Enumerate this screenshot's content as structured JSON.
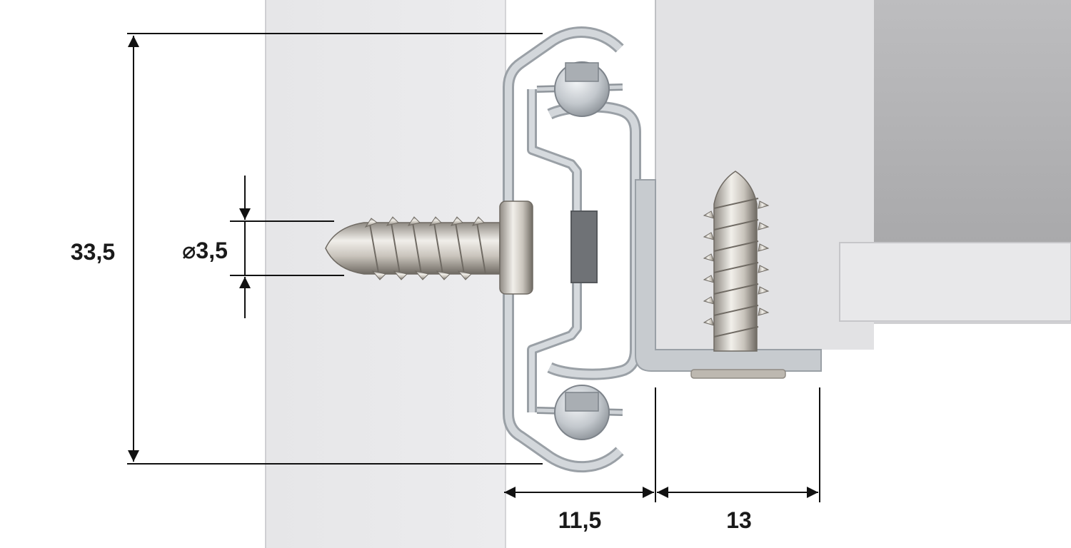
{
  "dimensions": {
    "height_label": "33,5",
    "diameter_label": "⌀3,5",
    "rail_width_label": "11,5",
    "bracket_width_label": "13"
  },
  "colors": {
    "cabinet_panel": "#e9e9eb",
    "drawer_side": "#e2e2e4",
    "drawer_inner": "#b3b3b5",
    "rail_metal": "#c8ccd0",
    "rail_edge": "#9aa0a6",
    "screw_steel": "#cfcbc4",
    "dimension_line": "#111111"
  }
}
